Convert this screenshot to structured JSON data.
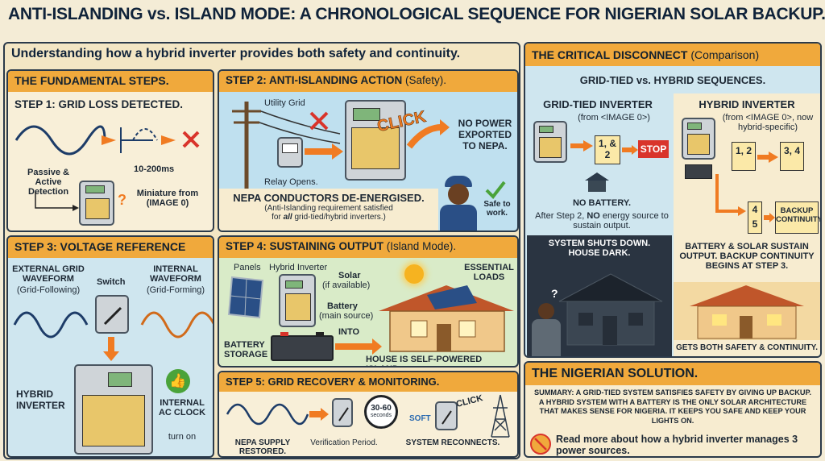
{
  "title": "ANTI-ISLANDING vs. ISLAND MODE: A CHRONOLOGICAL SEQUENCE FOR NIGERIAN SOLAR BACKUP.",
  "subtitle": "Understanding how a hybrid inverter provides both safety and continuity.",
  "fundamental": {
    "header": "THE FUNDAMENTAL STEPS.",
    "step1_title": "STEP 1: GRID LOSS DETECTED.",
    "detection": "Passive & Active Detection",
    "timing": "10-200ms",
    "miniature": "Miniature from (IMAGE 0)"
  },
  "step2": {
    "title": "STEP 2: ANTI-ISLANDING ACTION",
    "title_suffix": "(Safety).",
    "utility_grid": "Utility Grid",
    "click": "CLICK",
    "no_power": "NO POWER EXPORTED TO NEPA.",
    "relay": "Relay Opens.",
    "deenergised": "NEPA CONDUCTORS DE-ENERGISED.",
    "note_line1": "(Anti-Islanding requirement satisfied",
    "note_line2_pre": "for ",
    "note_line2_em": "all",
    "note_line2_post": " grid-tied/hybrid inverters.)",
    "safe": "Safe to work."
  },
  "step3": {
    "title": "STEP 3: VOLTAGE REFERENCE",
    "external": "EXTERNAL GRID WAVEFORM",
    "external_sub": "(Grid-Following)",
    "switch": "Switch",
    "internal": "INTERNAL WAVEFORM",
    "internal_sub": "(Grid-Forming)",
    "hybrid": "HYBRID INVERTER",
    "clock": "INTERNAL AC CLOCK",
    "clock_sub": "turn on"
  },
  "step4": {
    "title": "STEP 4: SUSTAINING OUTPUT",
    "title_suffix": "(Island Mode).",
    "panels": "Panels",
    "hybrid_inverter": "Hybrid Inverter",
    "solar": "Solar",
    "solar_sub": "(if available)",
    "essential": "ESSENTIAL LOADS",
    "battery": "Battery",
    "battery_sub": "(main source)",
    "battery_storage": "BATTERY STORAGE",
    "into": "INTO",
    "house": "HOUSE IS SELF-POWERED ISLAND."
  },
  "step5": {
    "title": "STEP 5: GRID RECOVERY & MONITORING.",
    "timer": "30-60",
    "timer_unit": "seconds",
    "soft": "SOFT",
    "click": "CLICK",
    "restored": "NEPA SUPPLY RESTORED.",
    "verification": "Verification Period.",
    "reconnects": "SYSTEM RECONNECTS."
  },
  "comparison": {
    "header": "THE CRITICAL DISCONNECT",
    "header_suffix": "(Comparison)",
    "sub": "GRID-TIED vs. HYBRID SEQUENCES.",
    "gt_title": "GRID-TIED INVERTER",
    "gt_from": "(from <IMAGE 0>)",
    "gt_steps": "1, & 2",
    "stop": "STOP",
    "no_battery": "NO BATTERY.",
    "gt_desc_1": "After Step 2, ",
    "gt_desc_no": "NO",
    "gt_desc_2": " energy source to sustain output.",
    "shutdown": "SYSTEM SHUTS DOWN. HOUSE DARK.",
    "hy_title": "HYBRID INVERTER",
    "hy_from": "(from <IMAGE 0>, now hybrid-specific)",
    "s12": "1, 2",
    "s34": "3, 4",
    "s45": "4 5",
    "backup": "BACKUP CONTINUITY",
    "hy_desc": "BATTERY & SOLAR SUSTAIN OUTPUT. BACKUP CONTINUITY BEGINS AT STEP 3.",
    "gets_both": "GETS BOTH SAFETY & CONTINUITY."
  },
  "solution": {
    "header": "THE NIGERIAN SOLUTION.",
    "summary": "SUMMARY: A GRID-TIED SYSTEM SATISFIES SAFETY BY GIVING UP BACKUP. A HYBRID SYSTEM WITH A BATTERY IS THE ONLY SOLAR ARCHITECTURE THAT MAKES SENSE FOR NIGERIA. IT KEEPS YOU SAFE AND KEEP YOUR LIGHTS ON.",
    "read_more": "Read more about how a hybrid inverter manages 3 power sources."
  },
  "colors": {
    "header_orange": "#f0a93c",
    "sky_blue": "#bfe0ef",
    "cream": "#f7ecd0",
    "stop_red": "#d9342b",
    "green_ok": "#4aa33a"
  }
}
